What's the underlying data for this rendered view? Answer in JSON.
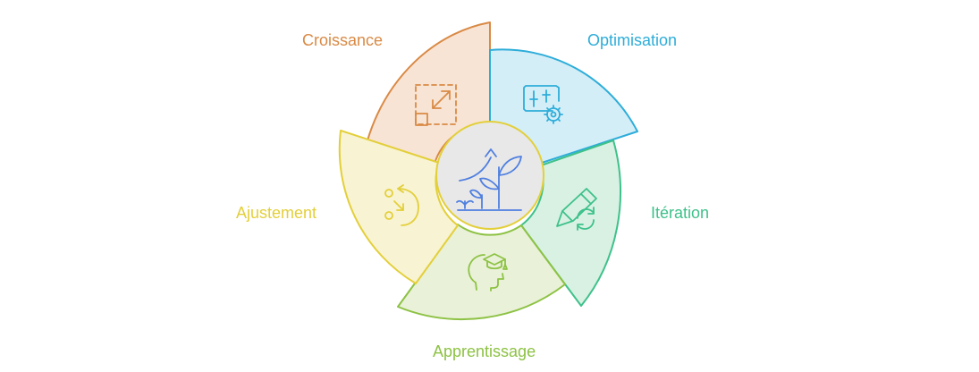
{
  "segments": [
    {
      "id": "croissance",
      "label": "Croissance",
      "color": "#D98A45",
      "fill": "#F8E4D5",
      "icon": "resize-arrows-icon"
    },
    {
      "id": "optimisation",
      "label": "Optimisation",
      "color": "#2EADD9",
      "fill": "#D4EEF8",
      "icon": "settings-sliders-gear-icon"
    },
    {
      "id": "iteration",
      "label": "Itération",
      "color": "#3EC18A",
      "fill": "#D8F1E3",
      "icon": "pencil-refresh-icon"
    },
    {
      "id": "apprentissage",
      "label": "Apprentissage",
      "color": "#8DC244",
      "fill": "#E9F1D8",
      "icon": "graduation-head-icon"
    },
    {
      "id": "ajustement",
      "label": "Ajustement",
      "color": "#E3CF3A",
      "fill": "#F8F3D2",
      "icon": "adjust-path-icon"
    }
  ],
  "center": {
    "color": "#4F7FE0",
    "fill": "#E8E8E8",
    "ring": "#E3CF3A",
    "icon": "growth-plant-icon"
  }
}
